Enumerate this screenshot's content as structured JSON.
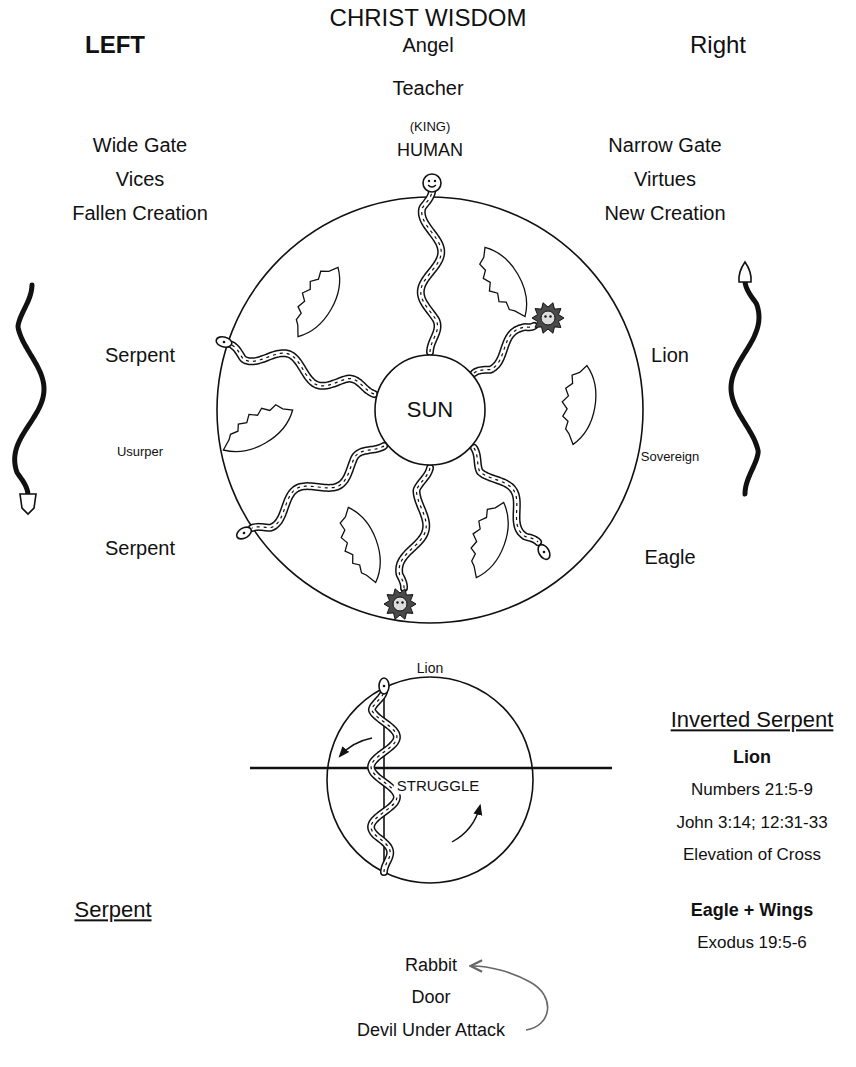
{
  "diagram": {
    "title": "CHRIST WISDOM",
    "nodes": [
      {
        "text": [
          "SUN"
        ]
      },
      {
        "text": [
          "STRUGGLE"
        ]
      }
    ],
    "labels": [
      "LEFT",
      "Angel",
      "Right",
      "Teacher",
      "(KING)",
      "HUMAN",
      "Wide Gate",
      "Vices",
      "Fallen Creation",
      "Narrow Gate",
      "Virtues",
      "New Creation",
      "Serpent",
      "Usurper",
      "Serpent",
      "Lion",
      "Sovereign",
      "Eagle",
      "Lion",
      "Inverted Serpent",
      "Lion",
      "Numbers 21:5-9",
      "John 3:14; 12:31-33",
      "Elevation of Cross",
      "Eagle + Wings",
      "Exodus 19:5-6",
      "Serpent",
      "Rabbit",
      "Door",
      "Devil Under Attack"
    ]
  }
}
